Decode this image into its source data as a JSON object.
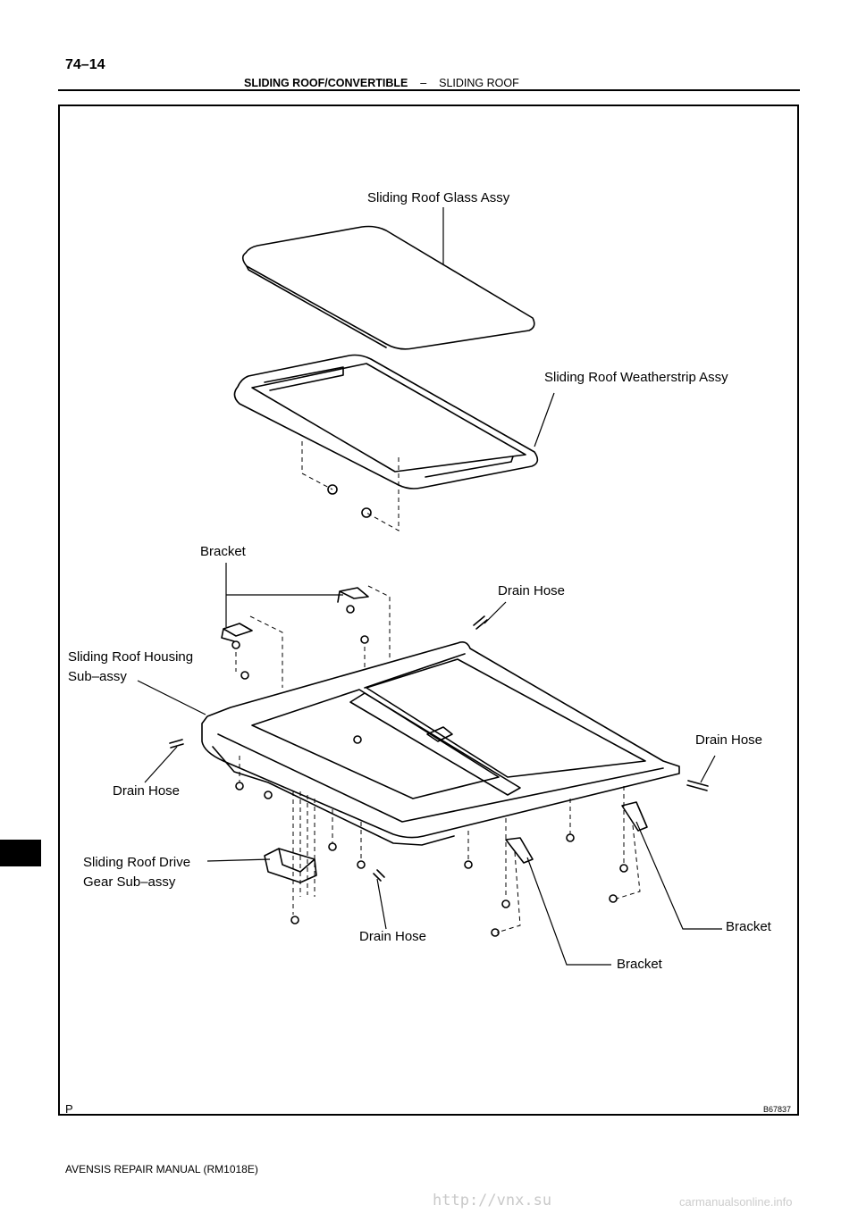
{
  "header": {
    "page_number": "74–14",
    "section": "SLIDING ROOF/CONVERTIBLE",
    "separator": "–",
    "subsection": "SLIDING ROOF"
  },
  "diagram": {
    "labels": {
      "glass": "Sliding Roof Glass Assy",
      "weatherstrip": "Sliding Roof Weatherstrip Assy",
      "bracket_top": "Bracket",
      "drain_hose_top": "Drain Hose",
      "housing_line1": "Sliding Roof Housing",
      "housing_line2": "Sub–assy",
      "drain_hose_right": "Drain Hose",
      "drain_hose_left": "Drain Hose",
      "drive_line1": "Sliding Roof Drive",
      "drive_line2": "Gear Sub–assy",
      "drain_hose_bottom": "Drain Hose",
      "bracket_right": "Bracket",
      "bracket_bottom": "Bracket"
    },
    "code_left": "P",
    "code_right": "B67837"
  },
  "footer": {
    "manual": "AVENSIS REPAIR MANUAL   (RM1018E)"
  },
  "watermarks": {
    "primary": "http://vnx.su",
    "secondary": "carmanualsonline.info"
  }
}
